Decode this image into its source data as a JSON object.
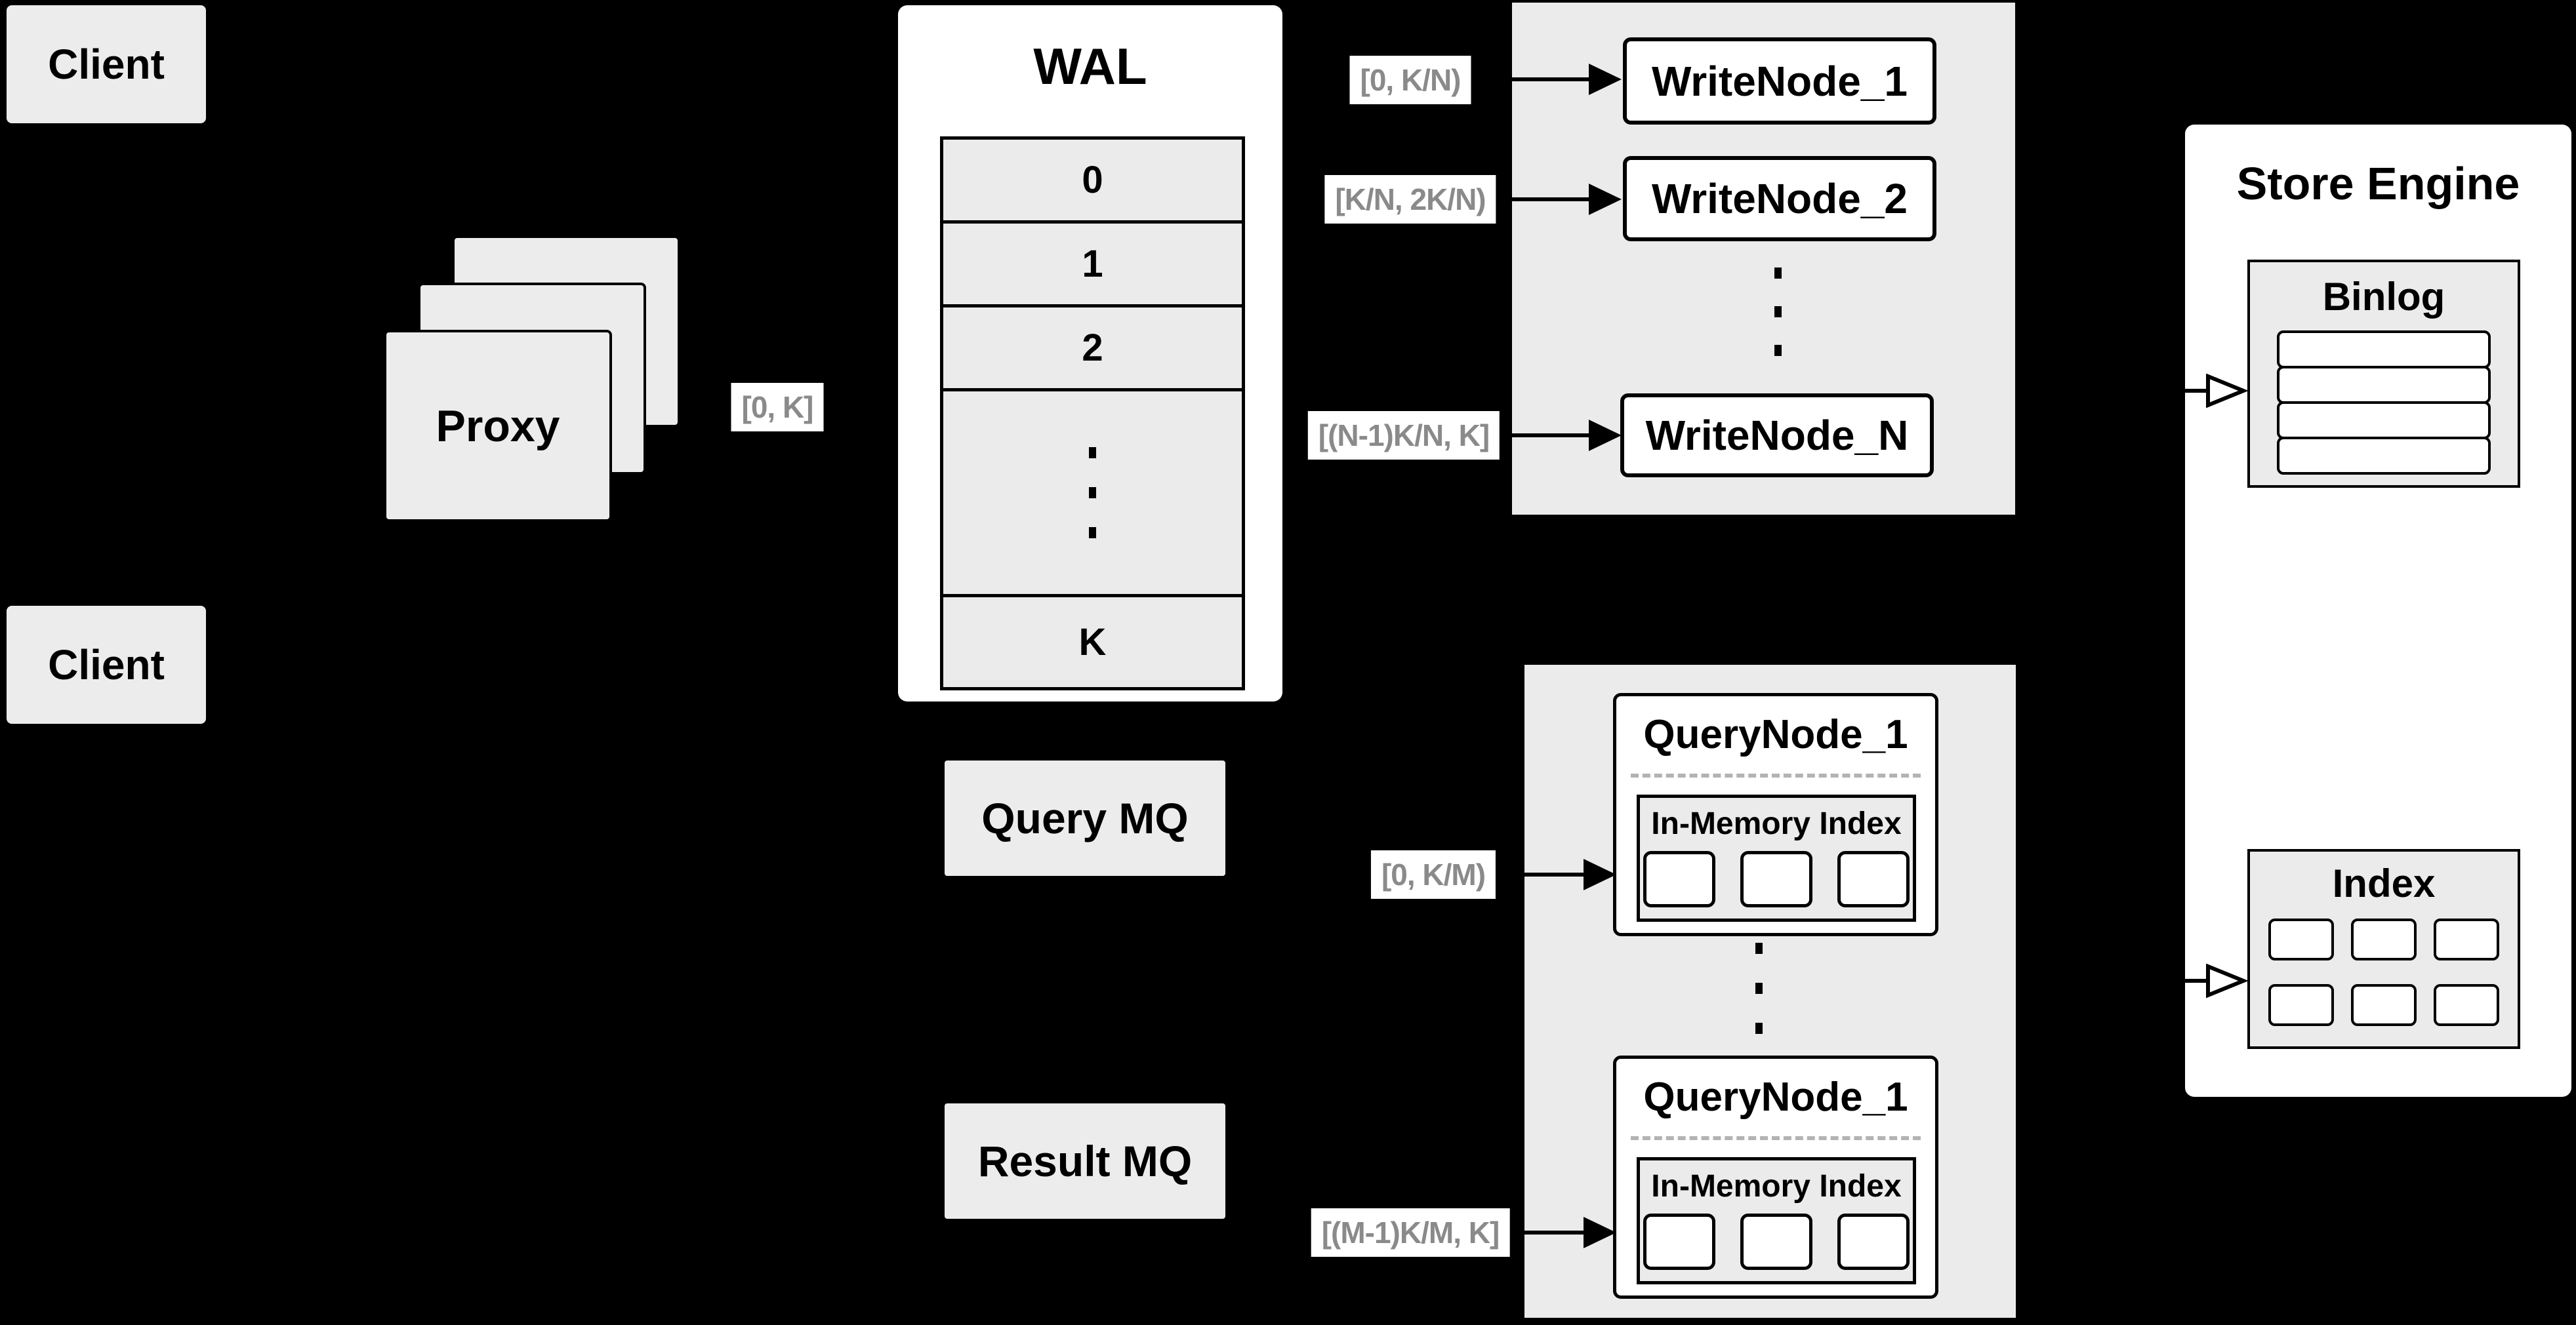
{
  "colors": {
    "background": "#000000",
    "box_fill": "#ececec",
    "panel_fill": "#ebebeb",
    "node_fill": "#ffffff",
    "line": "#000000",
    "range_label_text": "#8a8a8a",
    "dashed_divider": "#b3b3b3"
  },
  "clients": {
    "top": "Client",
    "bottom": "Client"
  },
  "proxy": {
    "label": "Proxy"
  },
  "wal": {
    "title": "WAL",
    "segments": [
      "0",
      "1",
      "2"
    ],
    "last_segment": "K"
  },
  "ranges": {
    "proxy": "[0, K]",
    "write_1": "[0, K/N)",
    "write_2": "[K/N, 2K/N)",
    "write_n": "[(N-1)K/N, K]",
    "query_1": "[0, K/M)",
    "query_m": "[(M-1)K/M, K]"
  },
  "write_nodes": {
    "node_1": "WriteNode_1",
    "node_2": "WriteNode_2",
    "node_n": "WriteNode_N"
  },
  "query_nodes": {
    "node_top": {
      "title": "QueryNode_1",
      "inner_title": "In-Memory Index"
    },
    "node_bottom": {
      "title": "QueryNode_1",
      "inner_title": "In-Memory Index"
    }
  },
  "mq": {
    "query": "Query MQ",
    "result": "Result MQ"
  },
  "store_engine": {
    "title": "Store Engine",
    "binlog_title": "Binlog",
    "index_title": "Index"
  }
}
